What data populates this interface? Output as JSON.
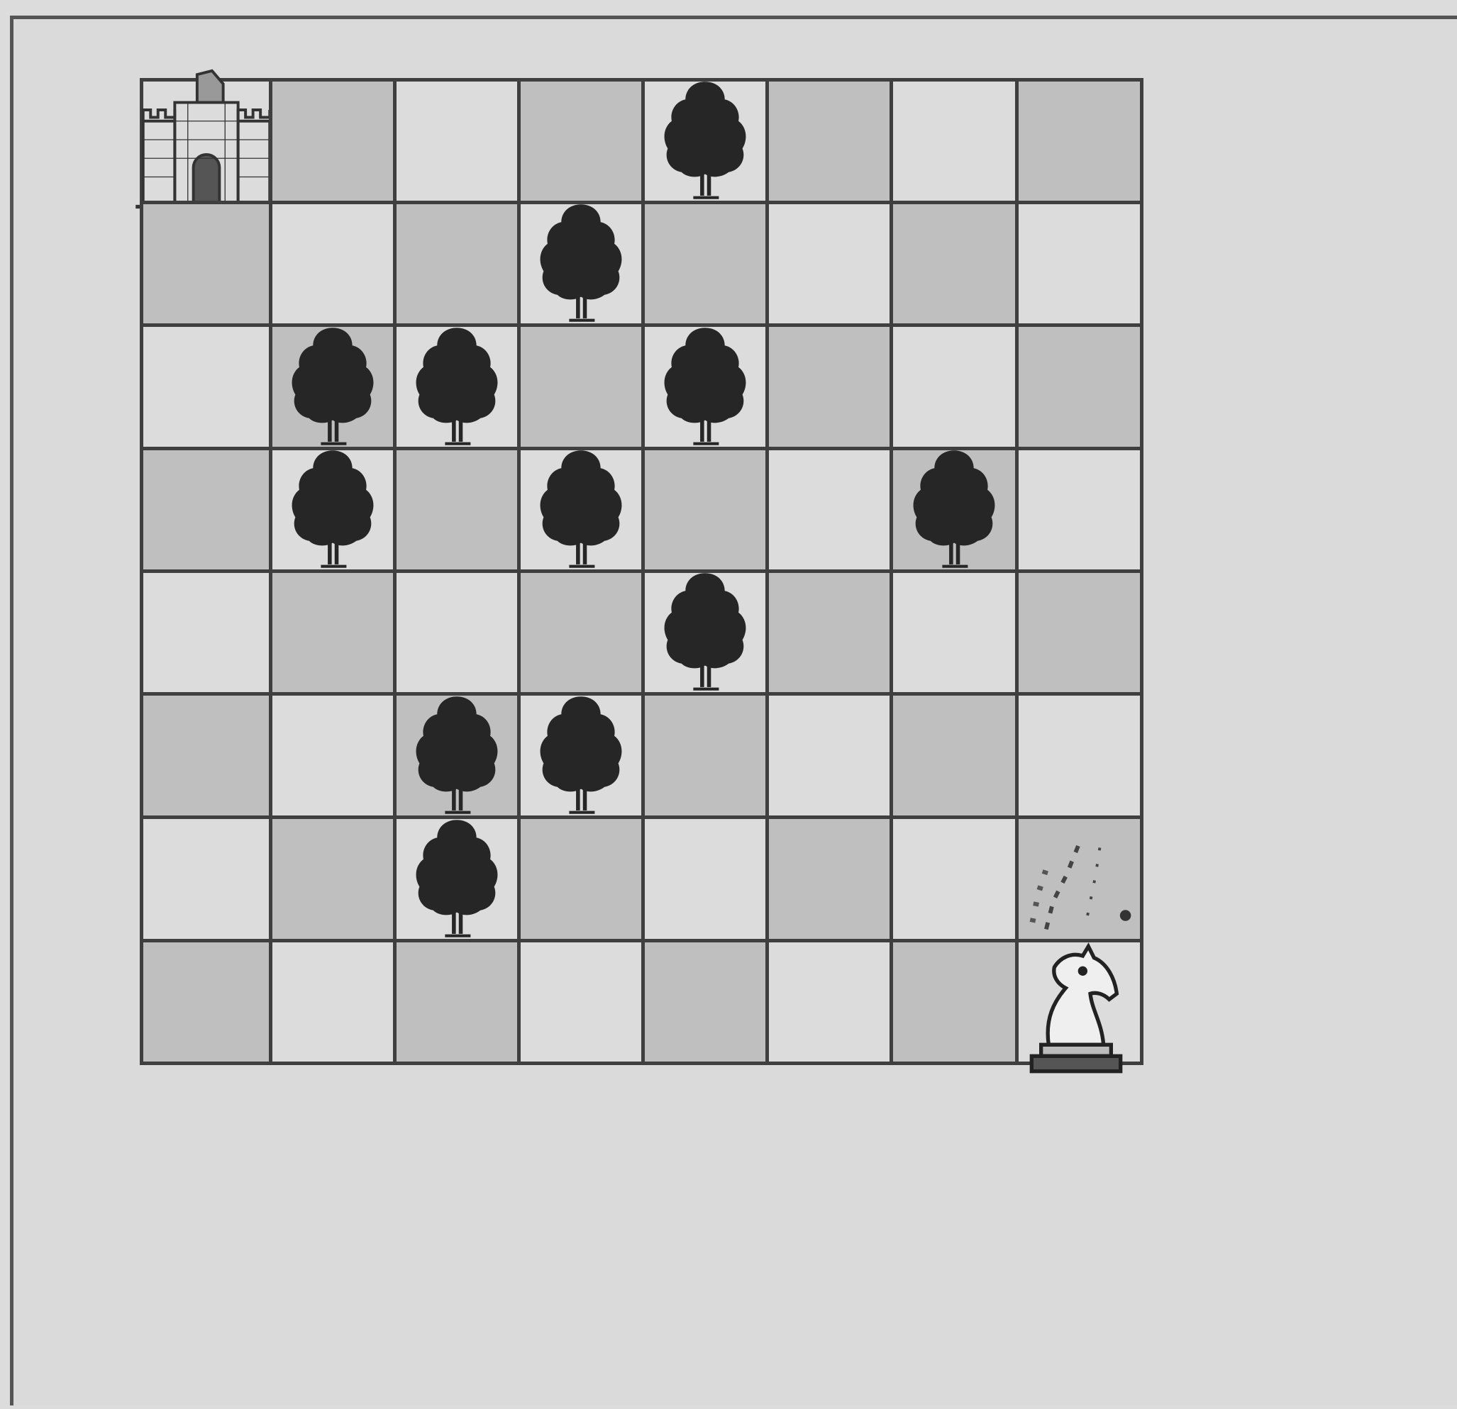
{
  "board": {
    "rows": 8,
    "cols": 8,
    "dark_color": "#bfbfbf",
    "light_color": "#dcdcdc",
    "line_color": "#3f3f3f"
  },
  "pieces": [
    {
      "row": 0,
      "col": 0,
      "type": "castle",
      "icon": "castle-icon"
    },
    {
      "row": 7,
      "col": 7,
      "type": "knight",
      "icon": "knight-icon"
    },
    {
      "row": 6,
      "col": 7,
      "type": "trail",
      "icon": "footprints-icon"
    }
  ],
  "trees": [
    {
      "row": 0,
      "col": 4
    },
    {
      "row": 1,
      "col": 3
    },
    {
      "row": 2,
      "col": 1
    },
    {
      "row": 2,
      "col": 2
    },
    {
      "row": 2,
      "col": 4
    },
    {
      "row": 3,
      "col": 1
    },
    {
      "row": 3,
      "col": 3
    },
    {
      "row": 3,
      "col": 6
    },
    {
      "row": 4,
      "col": 4
    },
    {
      "row": 5,
      "col": 2
    },
    {
      "row": 5,
      "col": 3
    },
    {
      "row": 6,
      "col": 2
    }
  ],
  "icons": {
    "tree": "tree-icon"
  }
}
